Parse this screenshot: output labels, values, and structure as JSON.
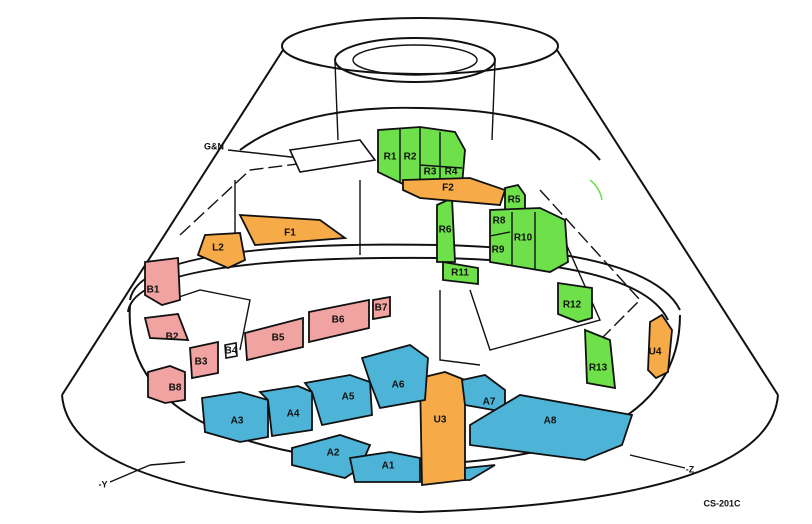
{
  "figure_id": "CS-201C",
  "annotations": {
    "gn": "G&N",
    "minus_y": "-Y",
    "minus_z": "-Z"
  },
  "colors": {
    "green": "#6ee04a",
    "orange": "#f6aa48",
    "pink": "#f1a3a1",
    "blue": "#4db4d8"
  },
  "labels": {
    "R1": "R1",
    "R2": "R2",
    "R3": "R3",
    "R4": "R4",
    "R5": "R5",
    "R6": "R6",
    "R8": "R8",
    "R9": "R9",
    "R10": "R10",
    "R11": "R11",
    "R12": "R12",
    "R13": "R13",
    "F1": "F1",
    "F2": "F2",
    "L2": "L2",
    "U3": "U3",
    "U4": "U4",
    "B1": "B1",
    "B2": "B2",
    "B3": "B3",
    "B4": "B4",
    "B5": "B5",
    "B6": "B6",
    "B7": "B7",
    "B8": "B8",
    "A1": "A1",
    "A2": "A2",
    "A3": "A3",
    "A4": "A4",
    "A5": "A5",
    "A6": "A6",
    "A7": "A7",
    "A8": "A8"
  }
}
